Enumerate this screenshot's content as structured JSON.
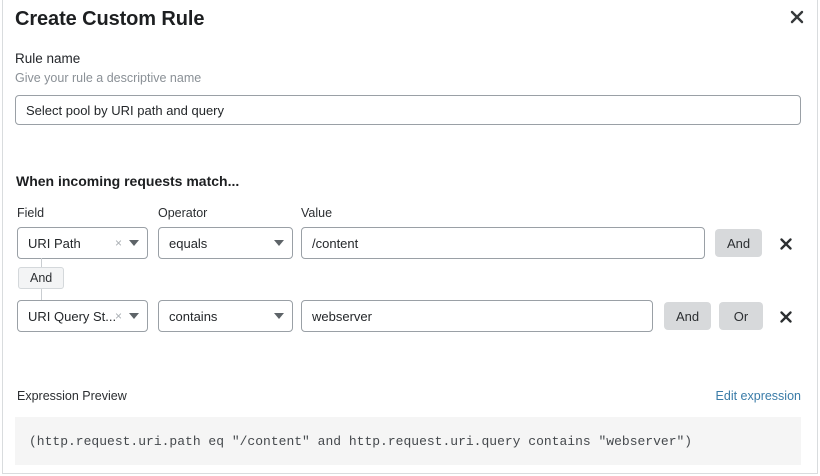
{
  "dialog": {
    "title": "Create Custom Rule",
    "close_icon": "close-icon"
  },
  "rule_name": {
    "label": "Rule name",
    "help": "Give your rule a descriptive name",
    "value": "Select pool by URI path and query",
    "placeholder": "Give your rule a descriptive name"
  },
  "conditions": {
    "heading": "When incoming requests match...",
    "headers": {
      "field": "Field",
      "operator": "Operator",
      "value": "Value"
    },
    "connector": {
      "label": "And"
    },
    "rows": [
      {
        "field": "URI Path",
        "operator": "equals",
        "value": "/content",
        "clear_icon": "×",
        "and_label": "And",
        "or_label": null,
        "delete_icon": "close-icon"
      },
      {
        "field": "URI Query St...",
        "operator": "contains",
        "value": "webserver",
        "clear_icon": "×",
        "and_label": "And",
        "or_label": "Or",
        "delete_icon": "close-icon"
      }
    ]
  },
  "expression": {
    "title": "Expression Preview",
    "edit_link": "Edit expression",
    "code": "(http.request.uri.path eq \"/content\" and http.request.uri.query contains \"webserver\")"
  },
  "colors": {
    "link": "#3a7ca8",
    "button_bg": "#d7d9db",
    "code_bg": "#f5f5f5",
    "border": "#9aa0a6"
  }
}
